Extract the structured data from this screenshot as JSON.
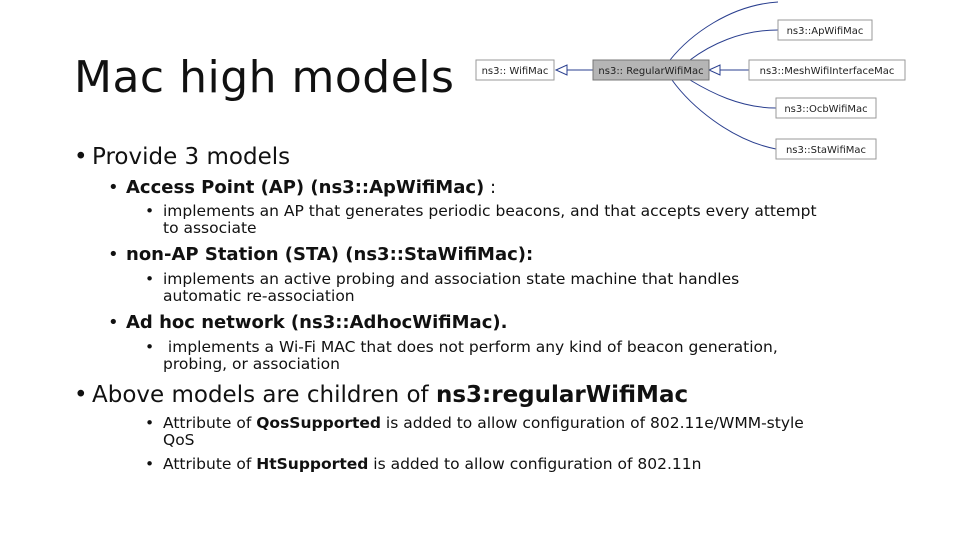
{
  "title": "Mac high models",
  "diagram": {
    "nodes": {
      "wifi": "ns3:: WifiMac",
      "regular": "ns3:: RegularWifiMac",
      "ap": "ns3::ApWifiMac",
      "mesh": "ns3::MeshWifiInterfaceMac",
      "ocb": "ns3::OcbWifiMac",
      "sta": "ns3::StaWifiMac"
    }
  },
  "bullets": {
    "b1": "Provide 3 models",
    "ap": {
      "head": "Access Point (AP) (ns3::ApWifiMac)",
      "tail": " :",
      "desc1": "implements an AP that generates periodic beacons, and that accepts every attempt",
      "desc2": "to associate"
    },
    "sta": {
      "head": "non-AP Station (STA) (ns3::StaWifiMac):",
      "desc1": "implements an active probing and association state machine that handles",
      "desc2": "automatic re-association"
    },
    "adhoc": {
      "head": "Ad hoc network (ns3::AdhocWifiMac).",
      "desc1": " implements a Wi-Fi MAC that does not perform any kind of beacon generation,",
      "desc2": "probing, or association"
    },
    "b2": {
      "pre": "Above models are children of ",
      "bold": "ns3:regularWifiMac"
    },
    "qos": {
      "pre": "Attribute of ",
      "bold": "QosSupported",
      "post": " is added to allow configuration of 802.11e/WMM-style",
      "cont": "QoS"
    },
    "ht": {
      "pre": "Attribute of ",
      "bold": "HtSupported",
      "post": " is added to allow configuration of 802.11n"
    }
  },
  "colors": {
    "edge": "#2a3f8f",
    "highlight_node": "#b5b5b5"
  }
}
